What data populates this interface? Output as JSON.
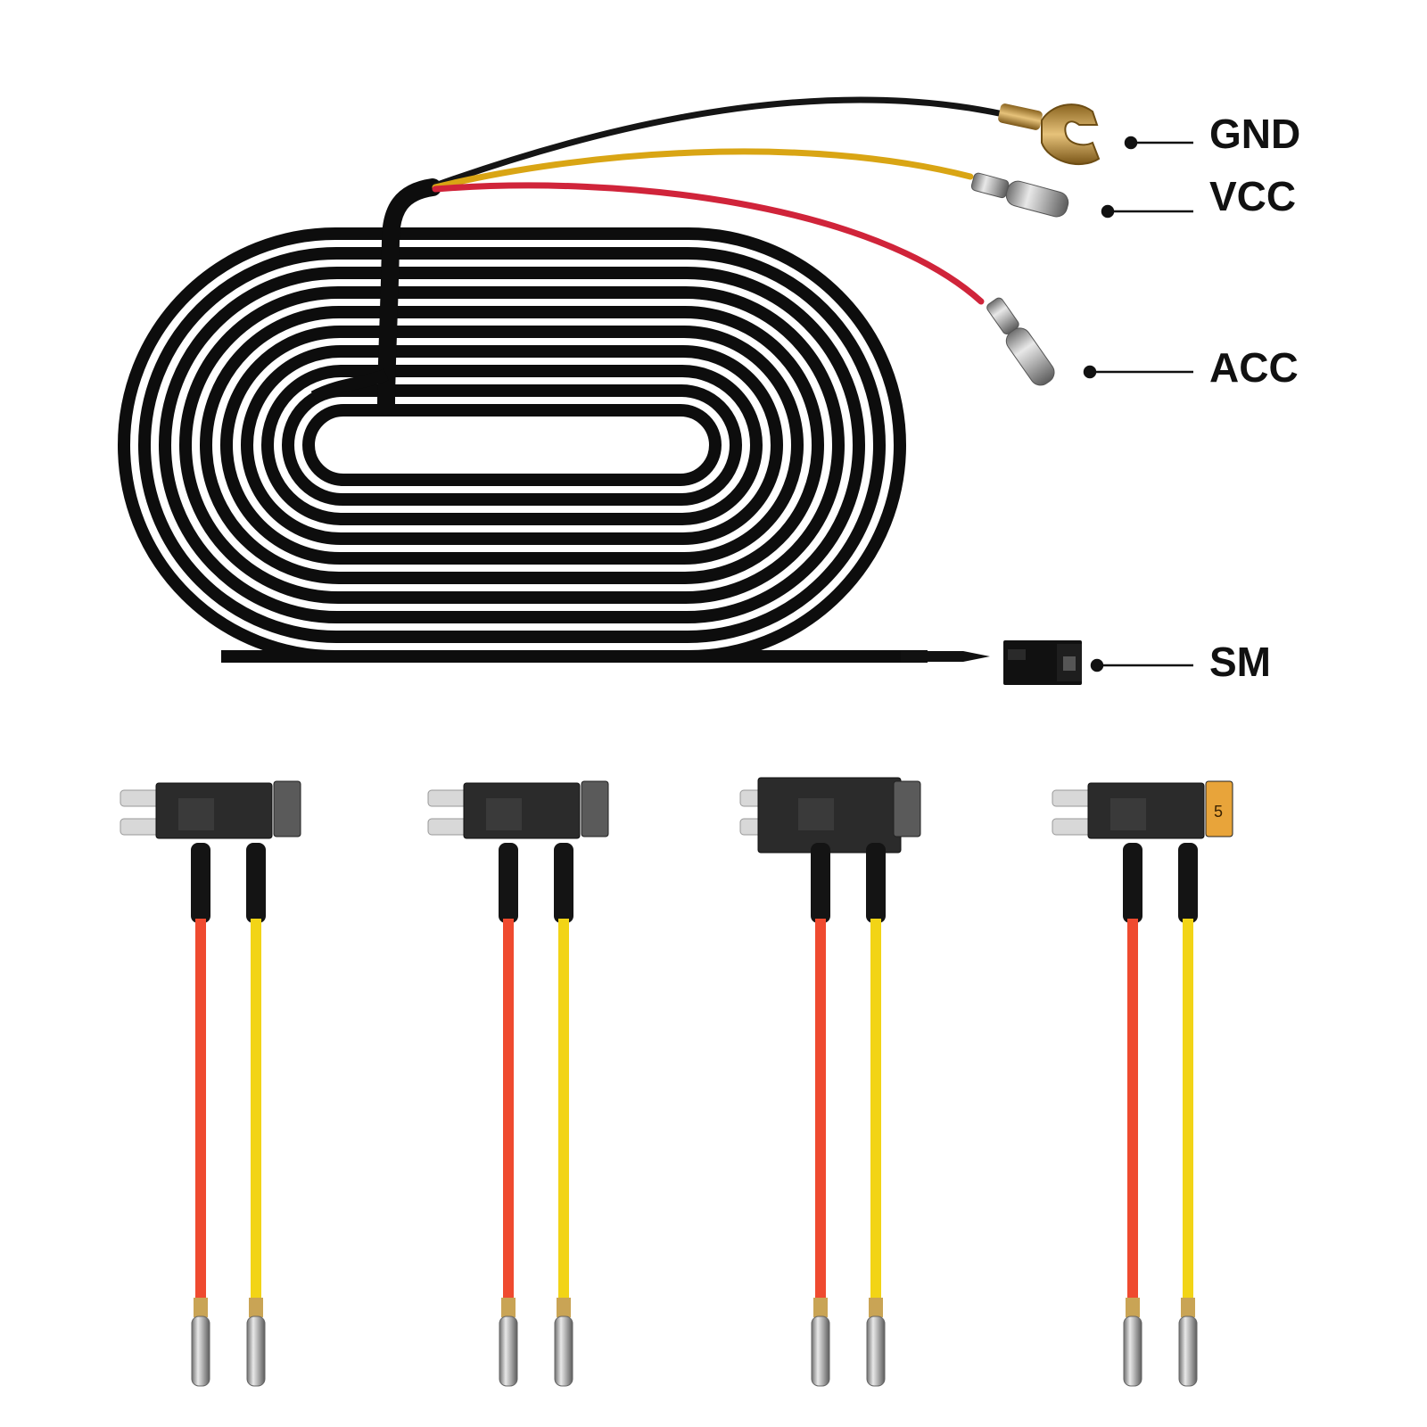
{
  "labels": {
    "gnd": "GND",
    "vcc": "VCC",
    "acc": "ACC",
    "sm": "SM"
  },
  "fuse_taps": [
    {
      "name": "tap-low-profile-mini"
    },
    {
      "name": "tap-micro2"
    },
    {
      "name": "tap-mini"
    },
    {
      "name": "tap-micro",
      "fuse_rating": "5"
    }
  ],
  "colors": {
    "cable_black": "#0d0d0d",
    "wire_red_top": "#d0243a",
    "wire_yellow_top": "#d9a514",
    "wire_red": "#ef4a2f",
    "wire_yellow": "#f2d416",
    "brass": "#c69a45",
    "fuse_orange": "#e8a43a"
  }
}
